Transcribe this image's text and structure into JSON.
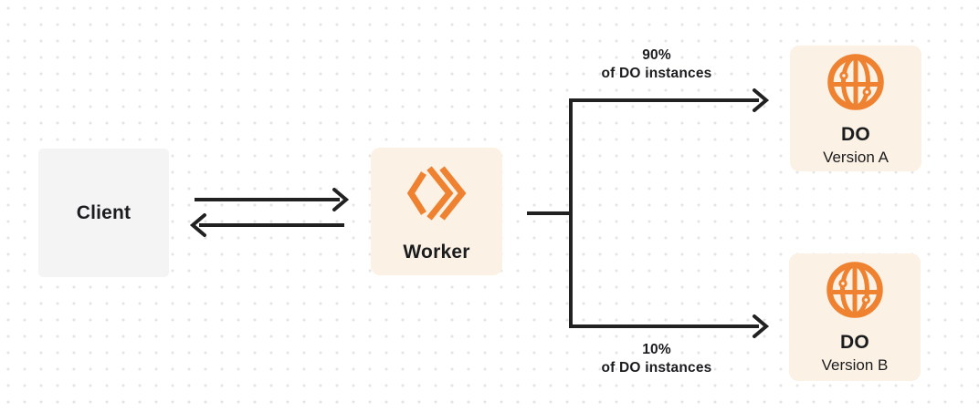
{
  "colors": {
    "background": "#FFFFFF",
    "dot_grid": "#E4E3E6",
    "accent_orange": "#EF8230",
    "node_cream": "#FBF1E4",
    "node_gray": "#F4F4F5",
    "connector_dark": "#212121",
    "text_dark": "#1B1C1E"
  },
  "nodes": {
    "client": {
      "label": "Client"
    },
    "worker": {
      "label": "Worker",
      "icon": "workers-chevrons-icon"
    },
    "do_version_a": {
      "title": "DO",
      "subtitle": "Version A",
      "icon": "globe-icon"
    },
    "do_version_b": {
      "title": "DO",
      "subtitle": "Version B",
      "icon": "globe-icon"
    }
  },
  "edge_labels": {
    "top_branch": {
      "line1": "90%",
      "line2": "of DO instances"
    },
    "bottom_branch": {
      "line1": "10%",
      "line2": "of DO instances"
    }
  }
}
